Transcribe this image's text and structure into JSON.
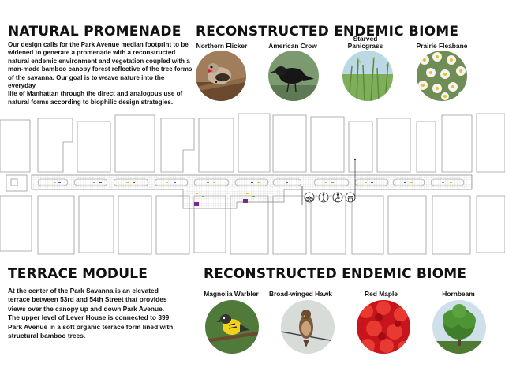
{
  "top_left": {
    "title": "NATURAL PROMENADE",
    "lines": [
      "Our design calls for the Park Avenue median footprint to be",
      "widened to generate a promenade with a reconstructed",
      "natural endemic environment and vegetation coupled with a",
      "man-made bamboo canopy forest reflective of the tree forms",
      "of the savanna. Our goal is to weave nature into the everyday",
      "life of Manhattan through the direct and analogous use of",
      "natural forms according to biophilic design strategies."
    ]
  },
  "top_right": {
    "title": "RECONSTRUCTED ENDEMIC BIOME",
    "species": [
      {
        "label": "Northern Flicker",
        "icon": "northern-flicker-photo"
      },
      {
        "label": "American Crow",
        "icon": "american-crow-photo"
      },
      {
        "label": "Starved Panicgrass",
        "icon": "panicgrass-photo"
      },
      {
        "label": "Prairie Fleabane",
        "icon": "fleabane-photo"
      }
    ]
  },
  "bottom_left": {
    "title": "TERRACE MODULE",
    "lines": [
      "At the center of the Park Savanna is an elevated",
      "terrace between 53rd and 54th Street that provides",
      "views over the canopy up and down Park Avenue.",
      "The upper level of Lever House is connected to 399",
      "Park Avenue in a soft organic terrace form lined with",
      "structural bamboo trees."
    ]
  },
  "bottom_right": {
    "title": "RECONSTRUCTED ENDEMIC BIOME",
    "species": [
      {
        "label": "Magnolia Warbler",
        "icon": "magnolia-warbler-photo"
      },
      {
        "label": "Broad-winged Hawk",
        "icon": "hawk-photo"
      },
      {
        "label": "Red Maple",
        "icon": "red-maple-photo"
      },
      {
        "label": "Hornbeam",
        "icon": "hornbeam-photo"
      }
    ]
  },
  "plan_icons": [
    "bicycle-icon",
    "pedestrian-icon",
    "accessibility-icon",
    "bench-icon"
  ],
  "colors": {
    "plan_line": "#999999",
    "median_fill": "#ececec",
    "accent_yellow": "#e8c21a",
    "accent_purple": "#7a2a8c",
    "accent_blue": "#3a5fc8",
    "accent_green": "#6cb33f",
    "accent_red": "#d8262b"
  }
}
